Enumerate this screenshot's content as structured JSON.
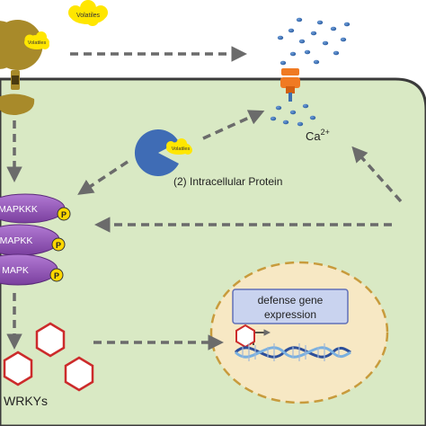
{
  "labels": {
    "volatiles": "Volatiles",
    "intracellular_protein": "(2) Intracellular Protein",
    "ca_base": "Ca",
    "ca_charge": "2+",
    "mapkkk": "MAPKKK",
    "mapkk": "MAPKK",
    "mapk": "MAPK",
    "phospho": "P",
    "defense_gene_expression_line1": "defense gene",
    "defense_gene_expression_line2": "expression",
    "wrkys": "WRKYs"
  },
  "colors": {
    "cytoplasm": "#d9e9c4",
    "membrane": "#3a3a3a",
    "arrow": "#6b6b6b",
    "receptor": "#a88a2a",
    "volatile_cloud": "#ffe600",
    "ion": "#3d6fb0",
    "channel": "#f07a22",
    "protein_pacman": "#3f6cb5",
    "kinase": "#9455b8",
    "phospho_circle": "#ffd800",
    "wrky_fill": "#ffffff",
    "wrky_stroke": "#cc2b2b",
    "nucleus": "#f7e8c4",
    "nucleus_border": "#c89b3c",
    "defense_box": "#c9d3ef",
    "defense_box_border": "#6070b8",
    "dna_strand_a": "#2d4f9a",
    "dna_strand_b": "#7ab0df"
  }
}
